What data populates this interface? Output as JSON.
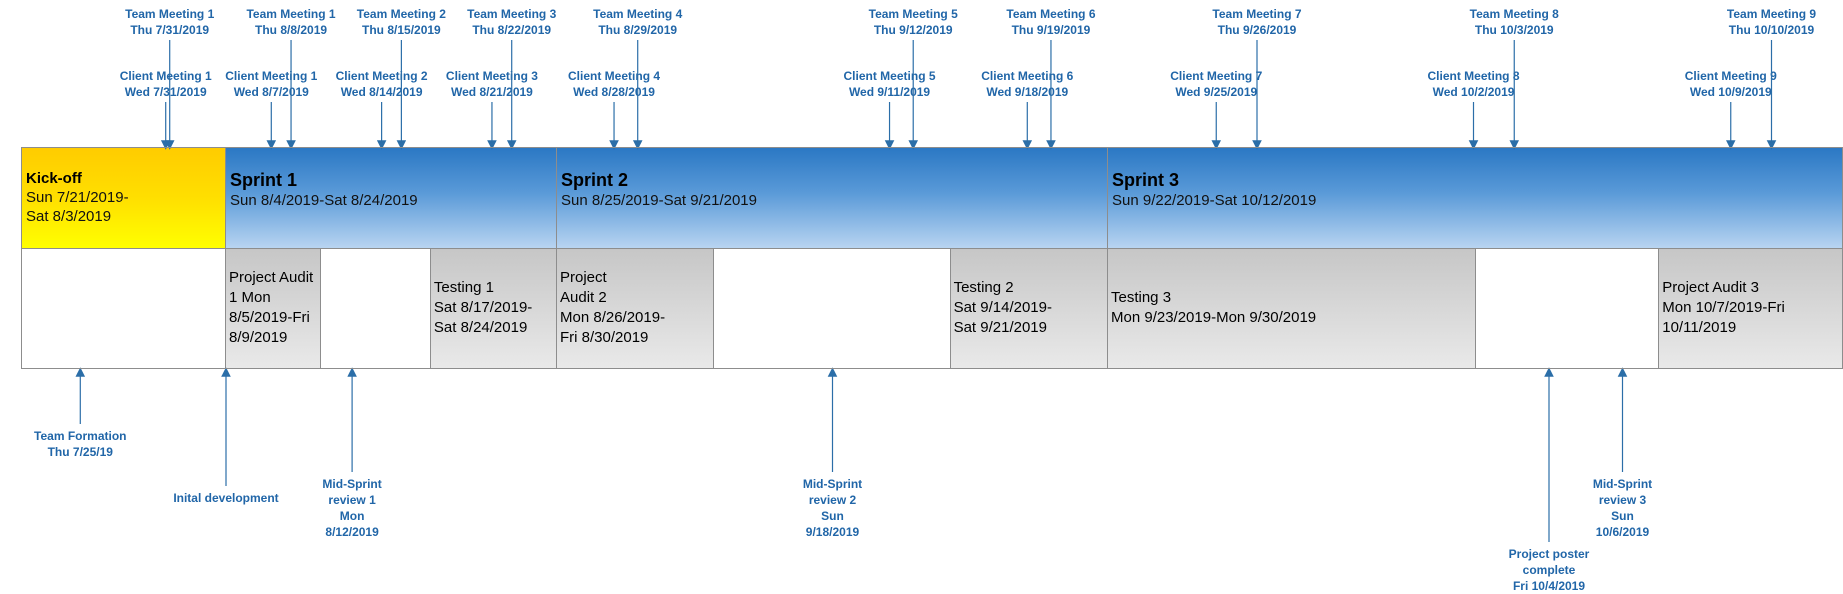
{
  "phases": [
    {
      "title": "Kick-off",
      "dates": "Sun 7/21/2019-\nSat 8/3/2019",
      "start": "2019-07-21",
      "end": "2019-08-04",
      "style": "kick"
    },
    {
      "title": "Sprint 1",
      "dates": "Sun 8/4/2019-Sat 8/24/2019",
      "start": "2019-08-04",
      "end": "2019-08-25",
      "style": "sprint"
    },
    {
      "title": "Sprint 2",
      "dates": "Sun 8/25/2019-Sat 9/21/2019",
      "start": "2019-08-25",
      "end": "2019-09-22",
      "style": "sprint"
    },
    {
      "title": "Sprint 3",
      "dates": "Sun 9/22/2019-Sat 10/12/2019",
      "start": "2019-09-22",
      "end": "2019-10-12",
      "style": "sprint"
    }
  ],
  "tasks": [
    {
      "text": "",
      "start": "2019-07-21",
      "end": "2019-08-04",
      "filled": false
    },
    {
      "text": "Project Audit 1 Mon 8/5/2019-Fri 8/9/2019",
      "start": "2019-08-04",
      "end": "2019-08-10",
      "filled": true
    },
    {
      "text": "",
      "start": "2019-08-10",
      "end": "2019-08-17",
      "filled": false
    },
    {
      "text": "Testing 1\nSat 8/17/2019-\nSat 8/24/2019",
      "start": "2019-08-17",
      "end": "2019-08-25",
      "filled": true
    },
    {
      "text": "Project\nAudit 2\nMon 8/26/2019-\nFri 8/30/2019",
      "start": "2019-08-25",
      "end": "2019-09-02",
      "filled": true
    },
    {
      "text": "",
      "start": "2019-09-02",
      "end": "2019-09-14",
      "filled": false
    },
    {
      "text": "Testing 2\nSat 9/14/2019-\nSat 9/21/2019",
      "start": "2019-09-14",
      "end": "2019-09-22",
      "filled": true
    },
    {
      "text": "Testing 3\nMon 9/23/2019-Mon 9/30/2019",
      "start": "2019-09-22",
      "end": "2019-10-09",
      "filled": true
    },
    {
      "text": "",
      "start": "2019-10-09",
      "end": "2019-10-07",
      "filled": false
    },
    {
      "text": "Project Audit 3\nMon 10/7/2019-Fri\n10/11/2019",
      "start": "2019-10-07",
      "end": "2019-10-12",
      "filled": true
    }
  ],
  "top_milestones": [
    {
      "name": "Team Meeting 1",
      "date": "Thu 7/31/2019",
      "at": "2019-07-31",
      "row": 1
    },
    {
      "name": "Client Meeting 1",
      "date": "Wed 7/31/2019",
      "at": "2019-07-31",
      "row": 2
    },
    {
      "name": "Team Meeting 1",
      "date": "Thu 8/8/2019",
      "at": "2019-08-08",
      "row": 1
    },
    {
      "name": "Client Meeting 1",
      "date": "Wed 8/7/2019",
      "at": "2019-08-07",
      "row": 2
    },
    {
      "name": "Team Meeting 2",
      "date": "Thu 8/15/2019",
      "at": "2019-08-15",
      "row": 1
    },
    {
      "name": "Client Meeting 2",
      "date": "Wed 8/14/2019",
      "at": "2019-08-14",
      "row": 2
    },
    {
      "name": "Team Meeting 3",
      "date": "Thu 8/22/2019",
      "at": "2019-08-22",
      "row": 1
    },
    {
      "name": "Client Meeting 3",
      "date": "Wed 8/21/2019",
      "at": "2019-08-21",
      "row": 2
    },
    {
      "name": "Team Meeting 4",
      "date": "Thu 8/29/2019",
      "at": "2019-08-29",
      "row": 1
    },
    {
      "name": "Client Meeting 4",
      "date": "Wed 8/28/2019",
      "at": "2019-08-28",
      "row": 2
    },
    {
      "name": "Team Meeting 5",
      "date": "Thu 9/12/2019",
      "at": "2019-09-12",
      "row": 1
    },
    {
      "name": "Client Meeting 5",
      "date": "Wed 9/11/2019",
      "at": "2019-09-11",
      "row": 2
    },
    {
      "name": "Team Meeting 6",
      "date": "Thu 9/19/2019",
      "at": "2019-09-19",
      "row": 1
    },
    {
      "name": "Client Meeting 6",
      "date": "Wed 9/18/2019",
      "at": "2019-09-18",
      "row": 2
    },
    {
      "name": "Team Meeting 7",
      "date": "Thu 9/26/2019",
      "at": "2019-09-26",
      "row": 1
    },
    {
      "name": "Client Meeting 7",
      "date": "Wed 9/25/2019",
      "at": "2019-09-25",
      "row": 2
    },
    {
      "name": "Team Meeting 8",
      "date": "Thu 10/3/2019",
      "at": "2019-10-03",
      "row": 1
    },
    {
      "name": "Client Meeting 8",
      "date": "Wed 10/2/2019",
      "at": "2019-10-02",
      "row": 2
    },
    {
      "name": "Team Meeting 9",
      "date": "Thu 10/10/2019",
      "at": "2019-10-10",
      "row": 1
    },
    {
      "name": "Client Meeting 9",
      "date": "Wed 10/9/2019",
      "at": "2019-10-09",
      "row": 2
    }
  ],
  "bottom_milestones": [
    {
      "lines": [
        "Team Formation",
        "Thu 7/25/19"
      ],
      "at": "2019-07-25",
      "depth": 1
    },
    {
      "lines": [
        "Inital development"
      ],
      "at": "2019-08-04",
      "depth": 2
    },
    {
      "lines": [
        "Mid-Sprint",
        "review 1",
        "Mon",
        "8/12/2019"
      ],
      "at": "2019-08-12",
      "depth": 3
    },
    {
      "lines": [
        "Mid-Sprint",
        "review 2",
        "Sun",
        "9/18/2019"
      ],
      "at": "2019-09-08",
      "depth": 3
    },
    {
      "lines": [
        "Project poster",
        "complete",
        "Fri 10/4/2019"
      ],
      "at": "2019-10-04",
      "depth": 4
    },
    {
      "lines": [
        "Mid-Sprint",
        "review 3",
        "Sun",
        "10/6/2019"
      ],
      "at": "2019-10-06",
      "depth": 3
    }
  ],
  "colors": {
    "milestone_text": "#2166a8",
    "milestone_line": "#2b6ea8",
    "frame": "#8d8d8d"
  }
}
